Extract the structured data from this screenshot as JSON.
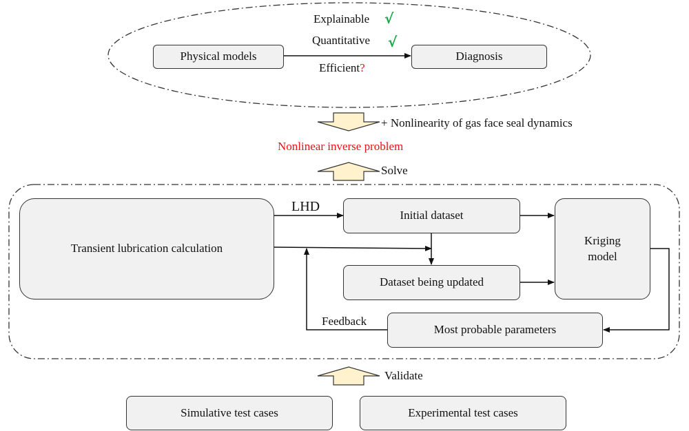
{
  "top_section": {
    "source_box": "Physical models",
    "target_box": "Diagnosis",
    "criteria": [
      {
        "label": "Explainable",
        "mark": "√",
        "mark_type": "check"
      },
      {
        "label": "Quantitative",
        "mark": "√",
        "mark_type": "check"
      },
      {
        "label": "Efficient",
        "mark": "?",
        "mark_type": "question"
      }
    ]
  },
  "transition": {
    "down_arrow_label": "+ Nonlinearity of gas face seal dynamics",
    "problem_label": "Nonlinear inverse problem",
    "up_arrow_label": "Solve"
  },
  "method_section": {
    "calc_box": "Transient lubrication calculation",
    "lhd_label": "LHD",
    "initial_dataset": "Initial dataset",
    "updated_dataset": "Dataset being updated",
    "kriging_line1": "Kriging",
    "kriging_line2": "model",
    "params_box": "Most probable parameters",
    "feedback_label": "Feedback"
  },
  "validation": {
    "arrow_label": "Validate",
    "cases": [
      "Simulative test cases",
      "Experimental test cases"
    ]
  },
  "colors": {
    "arrow_fill": "#fff2cc",
    "box_fill": "#f1f1f1",
    "problem_text": "#ee1111",
    "check": "#1aa84a"
  }
}
